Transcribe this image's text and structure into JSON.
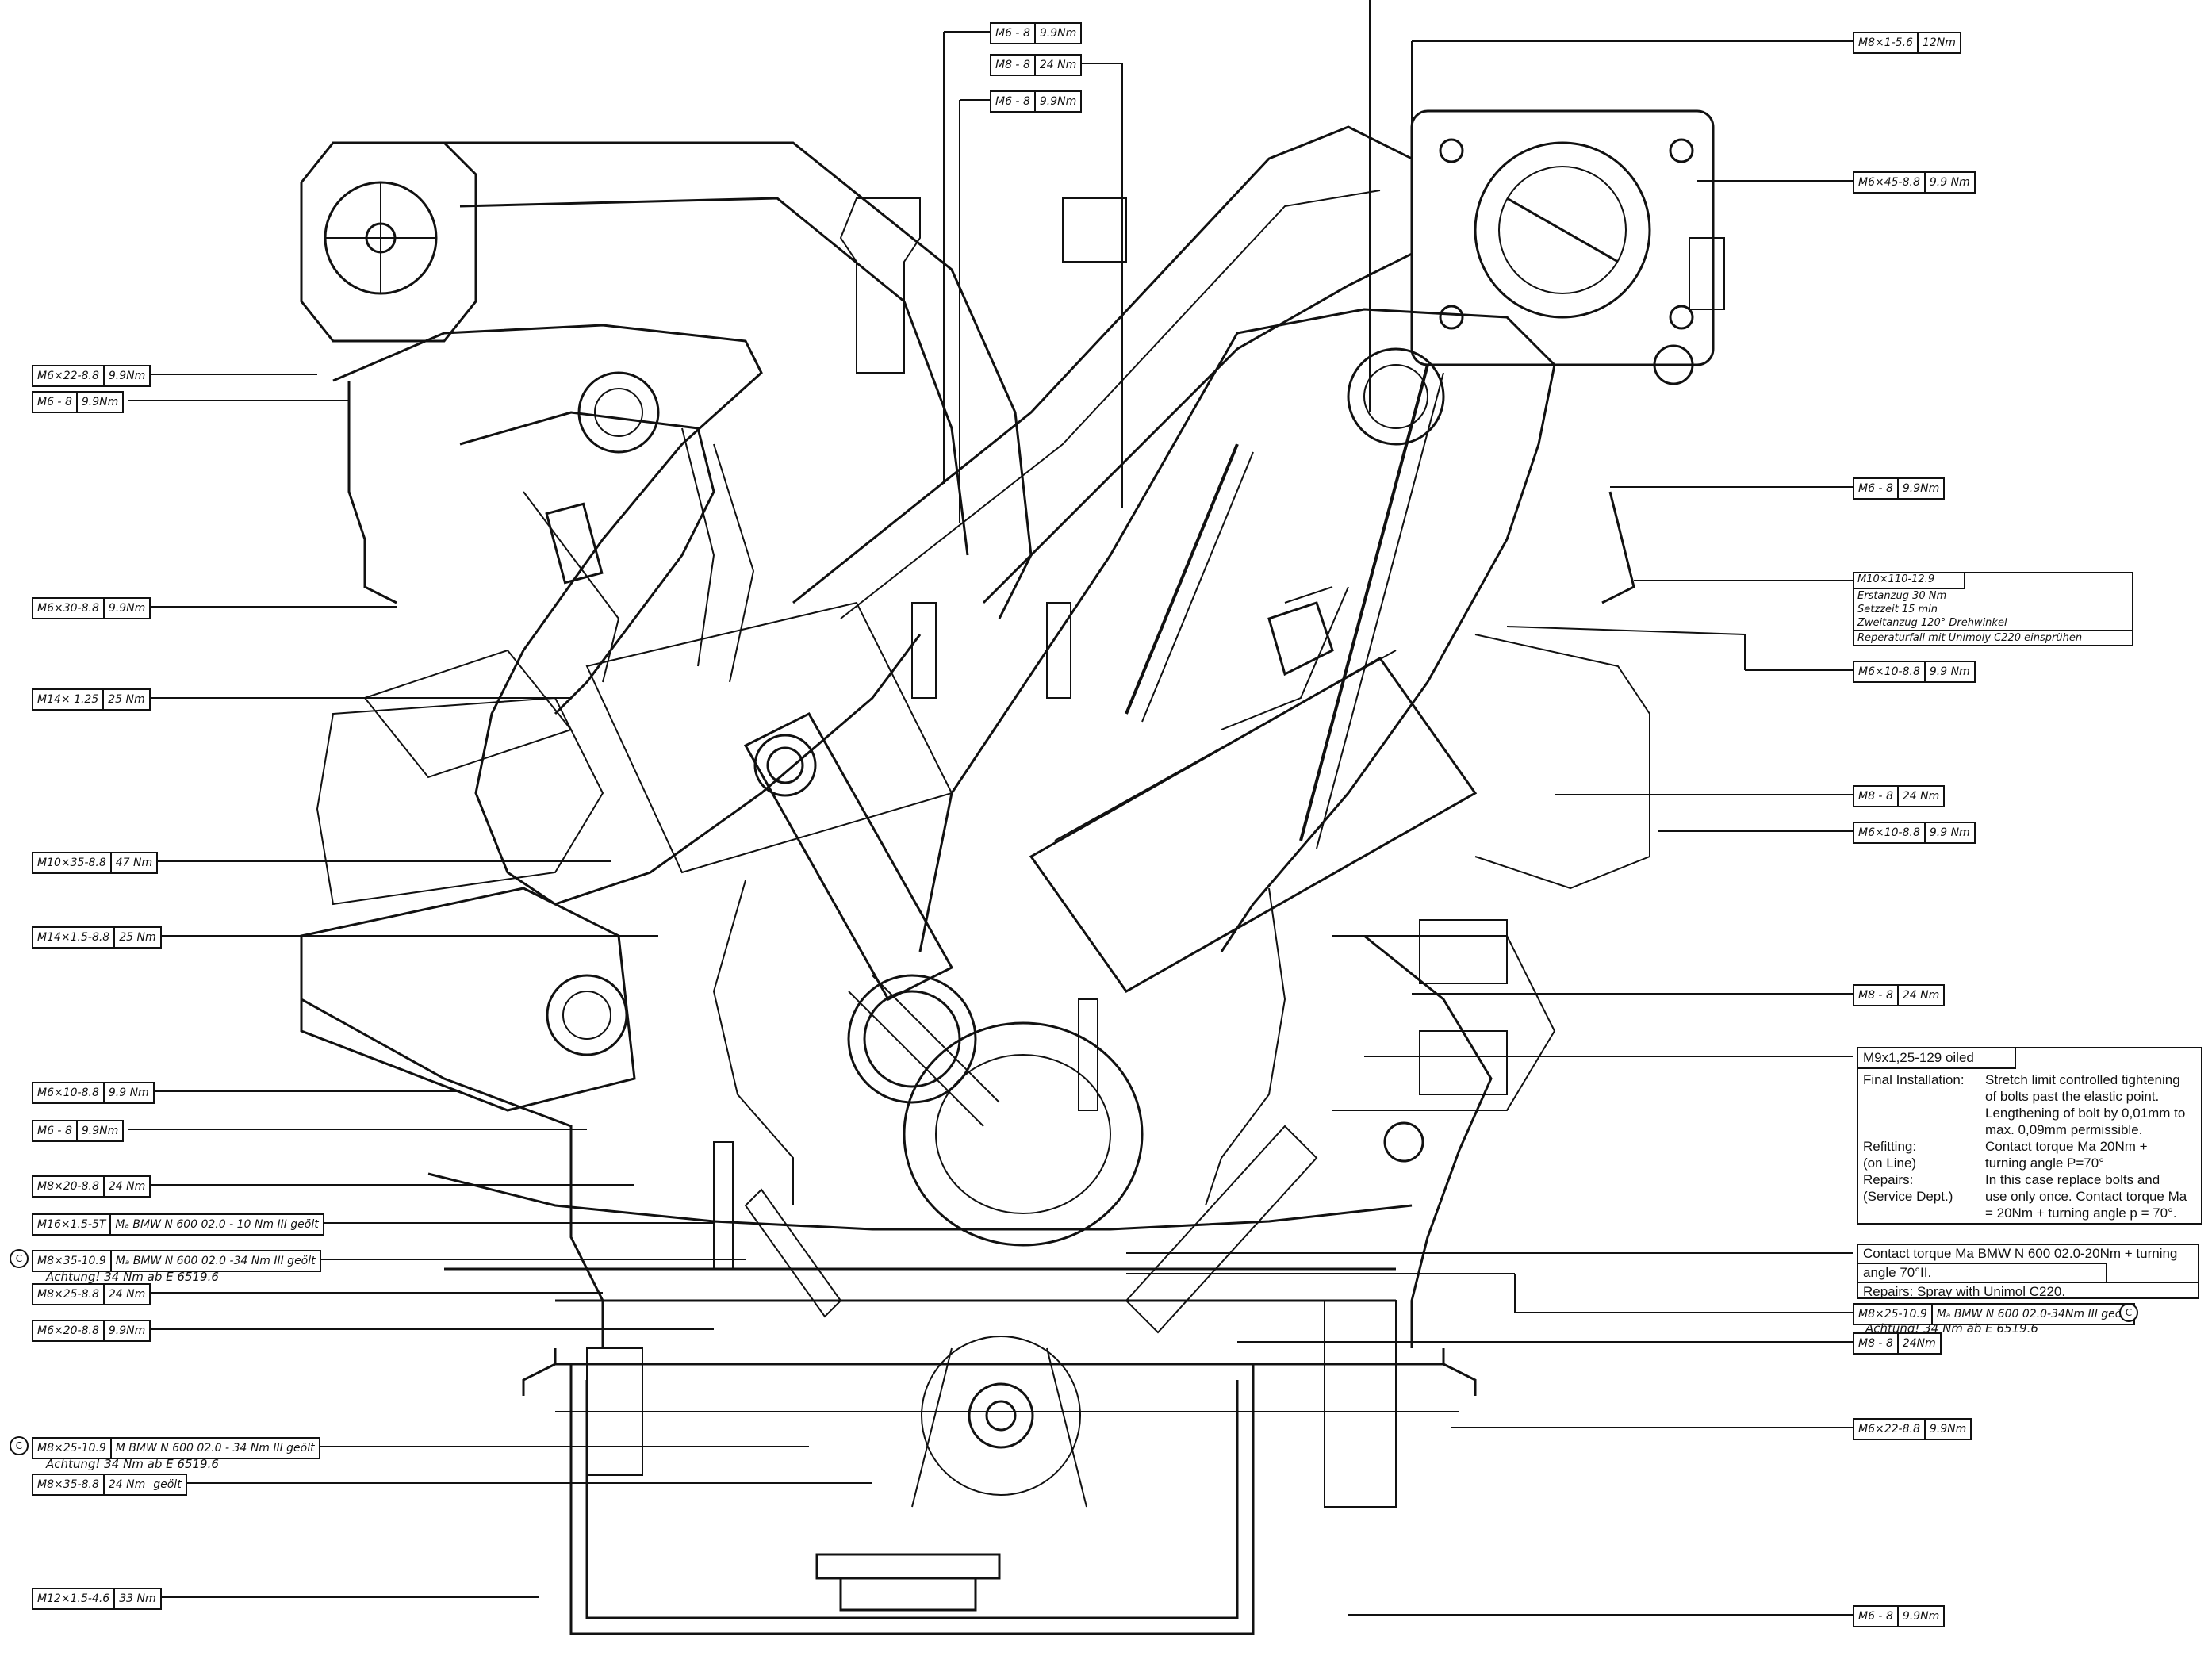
{
  "callouts_left": [
    {
      "spec": "M6×22-8.8",
      "torque": "9.9Nm"
    },
    {
      "spec": "M6 - 8",
      "torque": "9.9Nm"
    },
    {
      "spec": "M6×30-8.8",
      "torque": "9.9Nm"
    },
    {
      "spec": "M14× 1.25",
      "torque": "25 Nm"
    },
    {
      "spec": "M10×35-8.8",
      "torque": "47 Nm"
    },
    {
      "spec": "M14×1.5-8.8",
      "torque": "25 Nm"
    },
    {
      "spec": "M6×10-8.8",
      "torque": "9.9 Nm"
    },
    {
      "spec": "M6 - 8",
      "torque": "9.9Nm"
    },
    {
      "spec": "M8×20-8.8",
      "torque": "24 Nm"
    },
    {
      "spec": "M16×1.5-5T",
      "torque": "Mₐ BMW N 600 02.0 - 10 Nm III geölt"
    },
    {
      "spec": "M8×35-10.9",
      "torque": "Mₐ BMW N 600 02.0 -34 Nm III geölt",
      "note": "Achtung!  34 Nm  ab  E 6519.6",
      "mark": "C"
    },
    {
      "spec": "M8×25-8.8",
      "torque": "24 Nm"
    },
    {
      "spec": "M6×20-8.8",
      "torque": "9.9Nm"
    },
    {
      "spec": "M8×25-10.9",
      "torque": "M  BMW N 600 02.0 - 34 Nm III  geölt",
      "note": "Achtung!  34 Nm  ab  E 6519.6",
      "mark": "C"
    },
    {
      "spec": "M8×35-8.8",
      "torque": "24 Nm",
      "extra": "geölt"
    },
    {
      "spec": "M12×1.5-4.6",
      "torque": "33 Nm"
    }
  ],
  "callouts_top": [
    {
      "spec": "M6 - 8",
      "torque": "9.9Nm"
    },
    {
      "spec": "M8 - 8",
      "torque": "24 Nm"
    },
    {
      "spec": "M6 - 8",
      "torque": "9.9Nm"
    }
  ],
  "callouts_right": [
    {
      "spec": "M8×1-5.6",
      "torque": "12Nm"
    },
    {
      "spec": "M6×45-8.8",
      "torque": "9.9 Nm"
    },
    {
      "spec": "M6 - 8",
      "torque": "9.9Nm"
    },
    {
      "spec": "M6×10-8.8",
      "torque": "9.9 Nm"
    },
    {
      "spec": "M8 - 8",
      "torque": "24 Nm"
    },
    {
      "spec": "M6×10-8.8",
      "torque": "9.9 Nm"
    },
    {
      "spec": "M8 - 8",
      "torque": "24 Nm"
    },
    {
      "spec": "M8×25-10.9",
      "torque": "Mₐ BMW N 600 02.0-34Nm III geölt",
      "note": "Achtung!  34 Nm  ab  E 6519.6",
      "mark": "C"
    },
    {
      "spec": "M8 - 8",
      "torque": "24Nm"
    },
    {
      "spec": "M6×22-8.8",
      "torque": "9.9Nm"
    },
    {
      "spec": "M6 - 8",
      "torque": "9.9Nm"
    }
  ],
  "m10_box": {
    "header": "M10×110-12.9",
    "rows": [
      "Erstanzug   30 Nm",
      "Setzzeit   15 min",
      "Zweitanzug  120° Drehwinkel",
      "Reperaturfall  mit Unimoly C220 einsprühen"
    ]
  },
  "m9_box": {
    "header": "M9x1,25-129 oiled",
    "rows": [
      {
        "key": "Final Installation:",
        "val": "Stretch limit controlled tightening of bolts past the elastic point. Lengthening of bolt by 0,01mm to max. 0,09mm permissible."
      },
      {
        "key": "Refitting:",
        "val": "Contact torque Ma 20Nm +"
      },
      {
        "key": "(on Line)",
        "val": "turning angle P=70°"
      },
      {
        "key": "Repairs:",
        "val": "In this case replace bolts and"
      },
      {
        "key": "(Service Dept.)",
        "val": "use only once. Contact torque Ma = 20Nm + turning angle p = 70°."
      }
    ]
  },
  "contact_box": {
    "line1": "Contact torque Ma BMW N 600 02.0-20Nm + turning",
    "line2": "angle 70°II.",
    "line3": "Repairs: Spray with Unimol C220."
  }
}
